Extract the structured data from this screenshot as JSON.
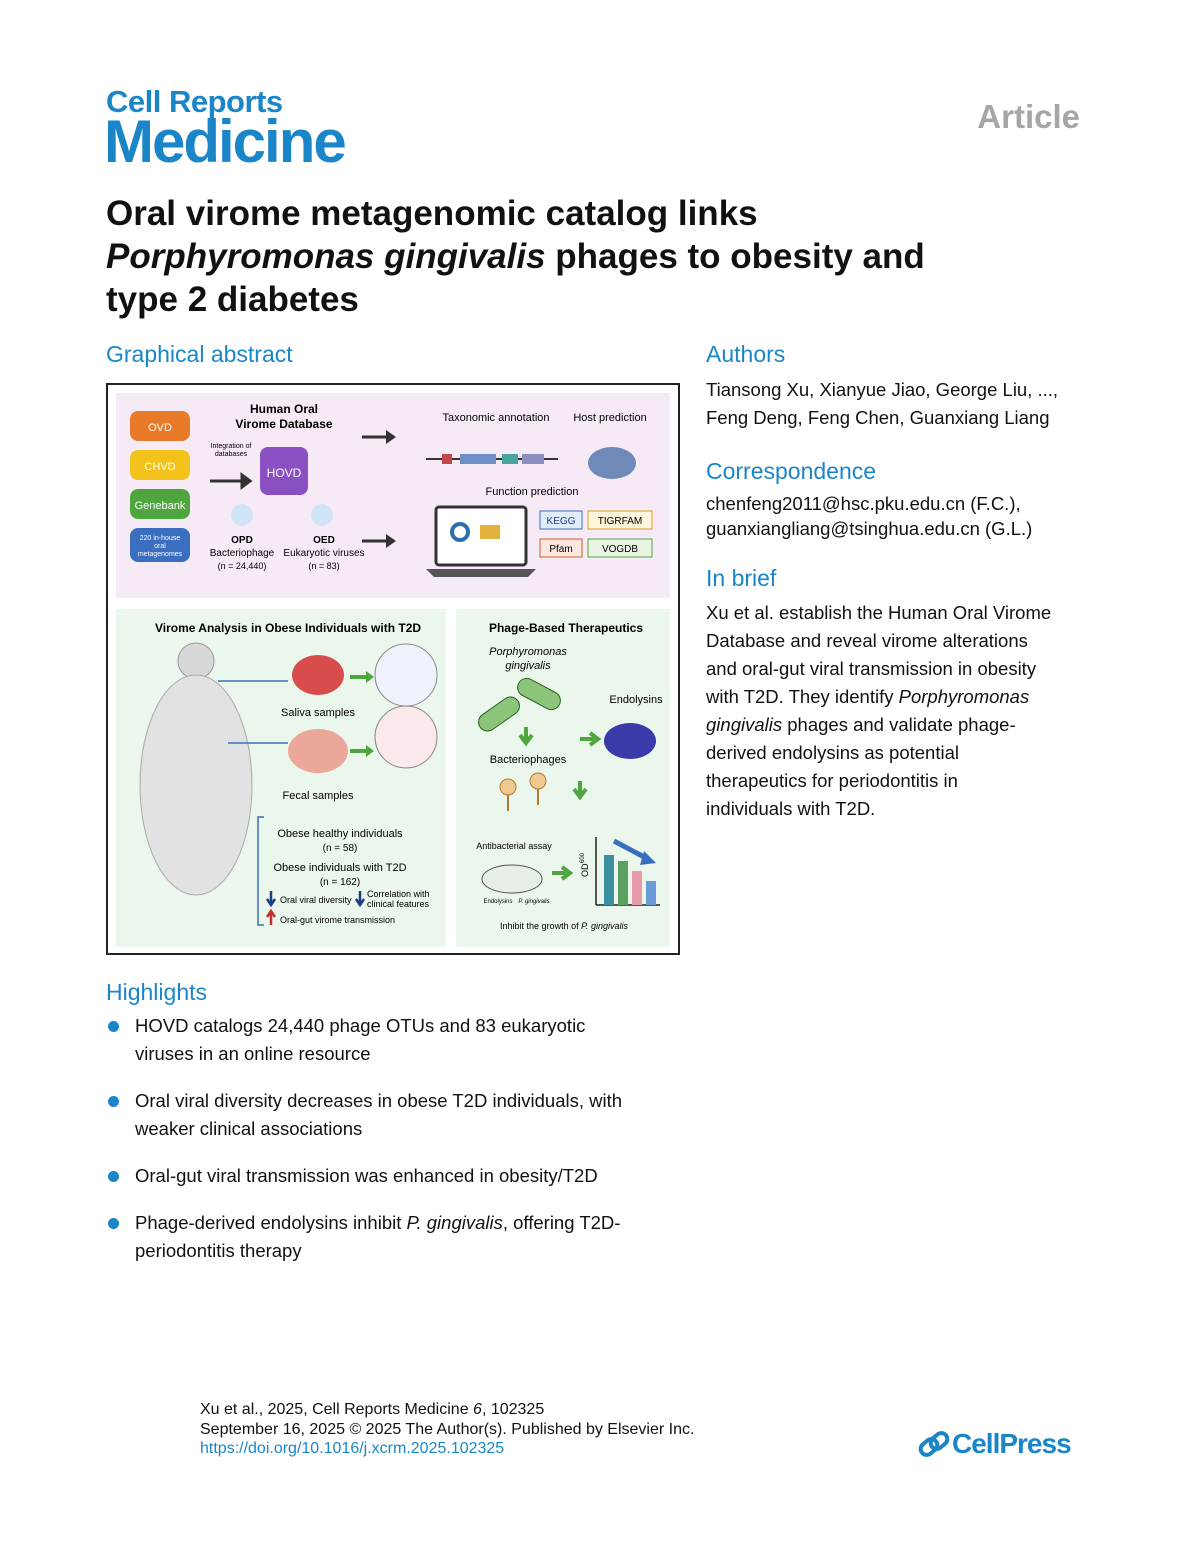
{
  "header": {
    "journal_top": "Cell Reports",
    "journal_main": "Medicine",
    "article_type": "Article"
  },
  "title": {
    "line1": "Oral virome metagenomic catalog links",
    "line2_italic": "Porphyromonas gingivalis",
    "line2_rest": " phages to obesity and",
    "line3": "type 2 diabetes"
  },
  "graphical_abstract": {
    "heading": "Graphical abstract",
    "db_title_1": "Human Oral",
    "db_title_2": "Virome Database",
    "databases": [
      "OVD",
      "CHVD",
      "Genebank",
      "220 in-house",
      "oral",
      "metagenomes"
    ],
    "integration_1": "Integration of",
    "integration_2": "databases",
    "hovd": "HOVD",
    "opd": "OPD",
    "opd_desc": "Bacteriophage",
    "opd_n": "(n = 24,440)",
    "oed": "OED",
    "oed_desc": "Eukaryotic viruses",
    "oed_n": "(n = 83)",
    "taxonomic": "Taxonomic annotation",
    "host": "Host prediction",
    "function": "Function prediction",
    "fn_dbs": [
      "KEGG",
      "TIGRFAM",
      "Pfam",
      "VOGDB"
    ],
    "panel2_title": "Virome Analysis in Obese Individuals with T2D",
    "saliva": "Saliva samples",
    "fecal": "Fecal samples",
    "healthy": "Obese healthy individuals",
    "healthy_n": "(n = 58)",
    "t2d": "Obese individuals with T2D",
    "t2d_n": "(n = 162)",
    "oral_div": "Oral viral diversity",
    "corr_1": "Correlation with",
    "corr_2": "clinical features",
    "transmission": "Oral-gut virome transmission",
    "panel3_title": "Phage-Based Therapeutics",
    "porph_1": "Porphyromonas",
    "porph_2": "gingivalis",
    "endolysins": "Endolysins",
    "bacteriophages": "Bacteriophages",
    "assay": "Antibacterial assay",
    "od": "OD",
    "od_sub": "600",
    "dish_lbl_1": "Endolysins",
    "dish_lbl_2": "P. gingivalis",
    "inhibit_pre": "Inhibit the growth of ",
    "inhibit_it": "P. gingivalis",
    "colors": {
      "ovd": "#e87a2a",
      "chvd": "#f2c21a",
      "genebank": "#4fa63f",
      "inhouse": "#3a6fc0",
      "hovd": "#8b4fc4",
      "panel1": "#f8eef8",
      "panel2": "#edf7ee",
      "panel3": "#edf7ee"
    }
  },
  "authors": {
    "heading": "Authors",
    "line1": "Tiansong Xu, Xianyue Jiao, George Liu, ...,",
    "line2": "Feng Deng, Feng Chen, Guanxiang Liang"
  },
  "correspondence": {
    "heading": "Correspondence",
    "line1": "chenfeng2011@hsc.pku.edu.cn (F.C.),",
    "line2": "guanxiangliang@tsinghua.edu.cn (G.L.)"
  },
  "in_brief": {
    "heading": "In brief",
    "lines": [
      "Xu et al. establish the Human Oral Virome",
      "Database and reveal virome alterations",
      "and oral-gut viral transmission in obesity",
      "with T2D. They identify ",
      "Porphyromonas",
      "gingivalis",
      " phages and validate phage-",
      "derived endolysins as potential",
      "therapeutics for periodontitis in",
      "individuals with T2D."
    ]
  },
  "highlights": {
    "heading": "Highlights",
    "items": [
      {
        "l1": "HOVD catalogs 24,440 phage OTUs and 83 eukaryotic",
        "l2": "viruses in an online resource"
      },
      {
        "l1": "Oral viral diversity decreases in obese T2D individuals, with",
        "l2": "weaker clinical associations"
      },
      {
        "l1": "Oral-gut viral transmission was enhanced in obesity/T2D",
        "l2": ""
      },
      {
        "l1_pre": "Phage-derived endolysins inhibit ",
        "l1_it": "P. gingivalis",
        "l1_post": ", offering T2D-",
        "l2": "periodontitis therapy"
      }
    ]
  },
  "footer": {
    "cite_pre": "Xu et al., 2025, Cell Reports Medicine ",
    "cite_vol": "6",
    "cite_post": ", 102325",
    "line2": "September 16, 2025 © 2025 The Author(s). Published by Elsevier Inc.",
    "doi": "https://doi.org/10.1016/j.xcrm.2025.102325",
    "publisher": "CellPress"
  }
}
